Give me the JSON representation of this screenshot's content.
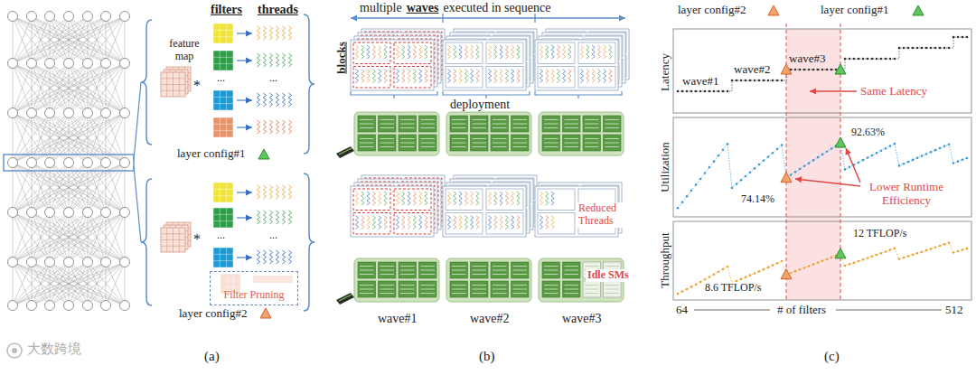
{
  "diagram": {
    "nodes": [
      {
        "text": [
          "Filter Pruning"
        ]
      }
    ],
    "labels": [
      "feature map",
      "filters",
      "threads",
      "layer config#1",
      "layer config#2",
      "multiple",
      "waves",
      "executed in sequence",
      "blocks",
      "deployment",
      "Reduced Threads",
      "Idle SMs",
      "wave#1",
      "wave#2",
      "wave#3",
      "layer config#2",
      "layer config#1",
      "Latency",
      "wave#1",
      "wave#2",
      "wave#3",
      "Same Latency",
      "Utilization",
      "92.63%",
      "74.14%",
      "Lower Runtime Efficiency",
      "Throughput",
      "12 TFLOP/s",
      "8.6 TFLOP/s",
      "64",
      "# of filters",
      "512",
      "(a)",
      "(b)",
      "(c)",
      "大数跨境",
      "*",
      "*",
      "...",
      "...",
      "...",
      "..."
    ]
  }
}
